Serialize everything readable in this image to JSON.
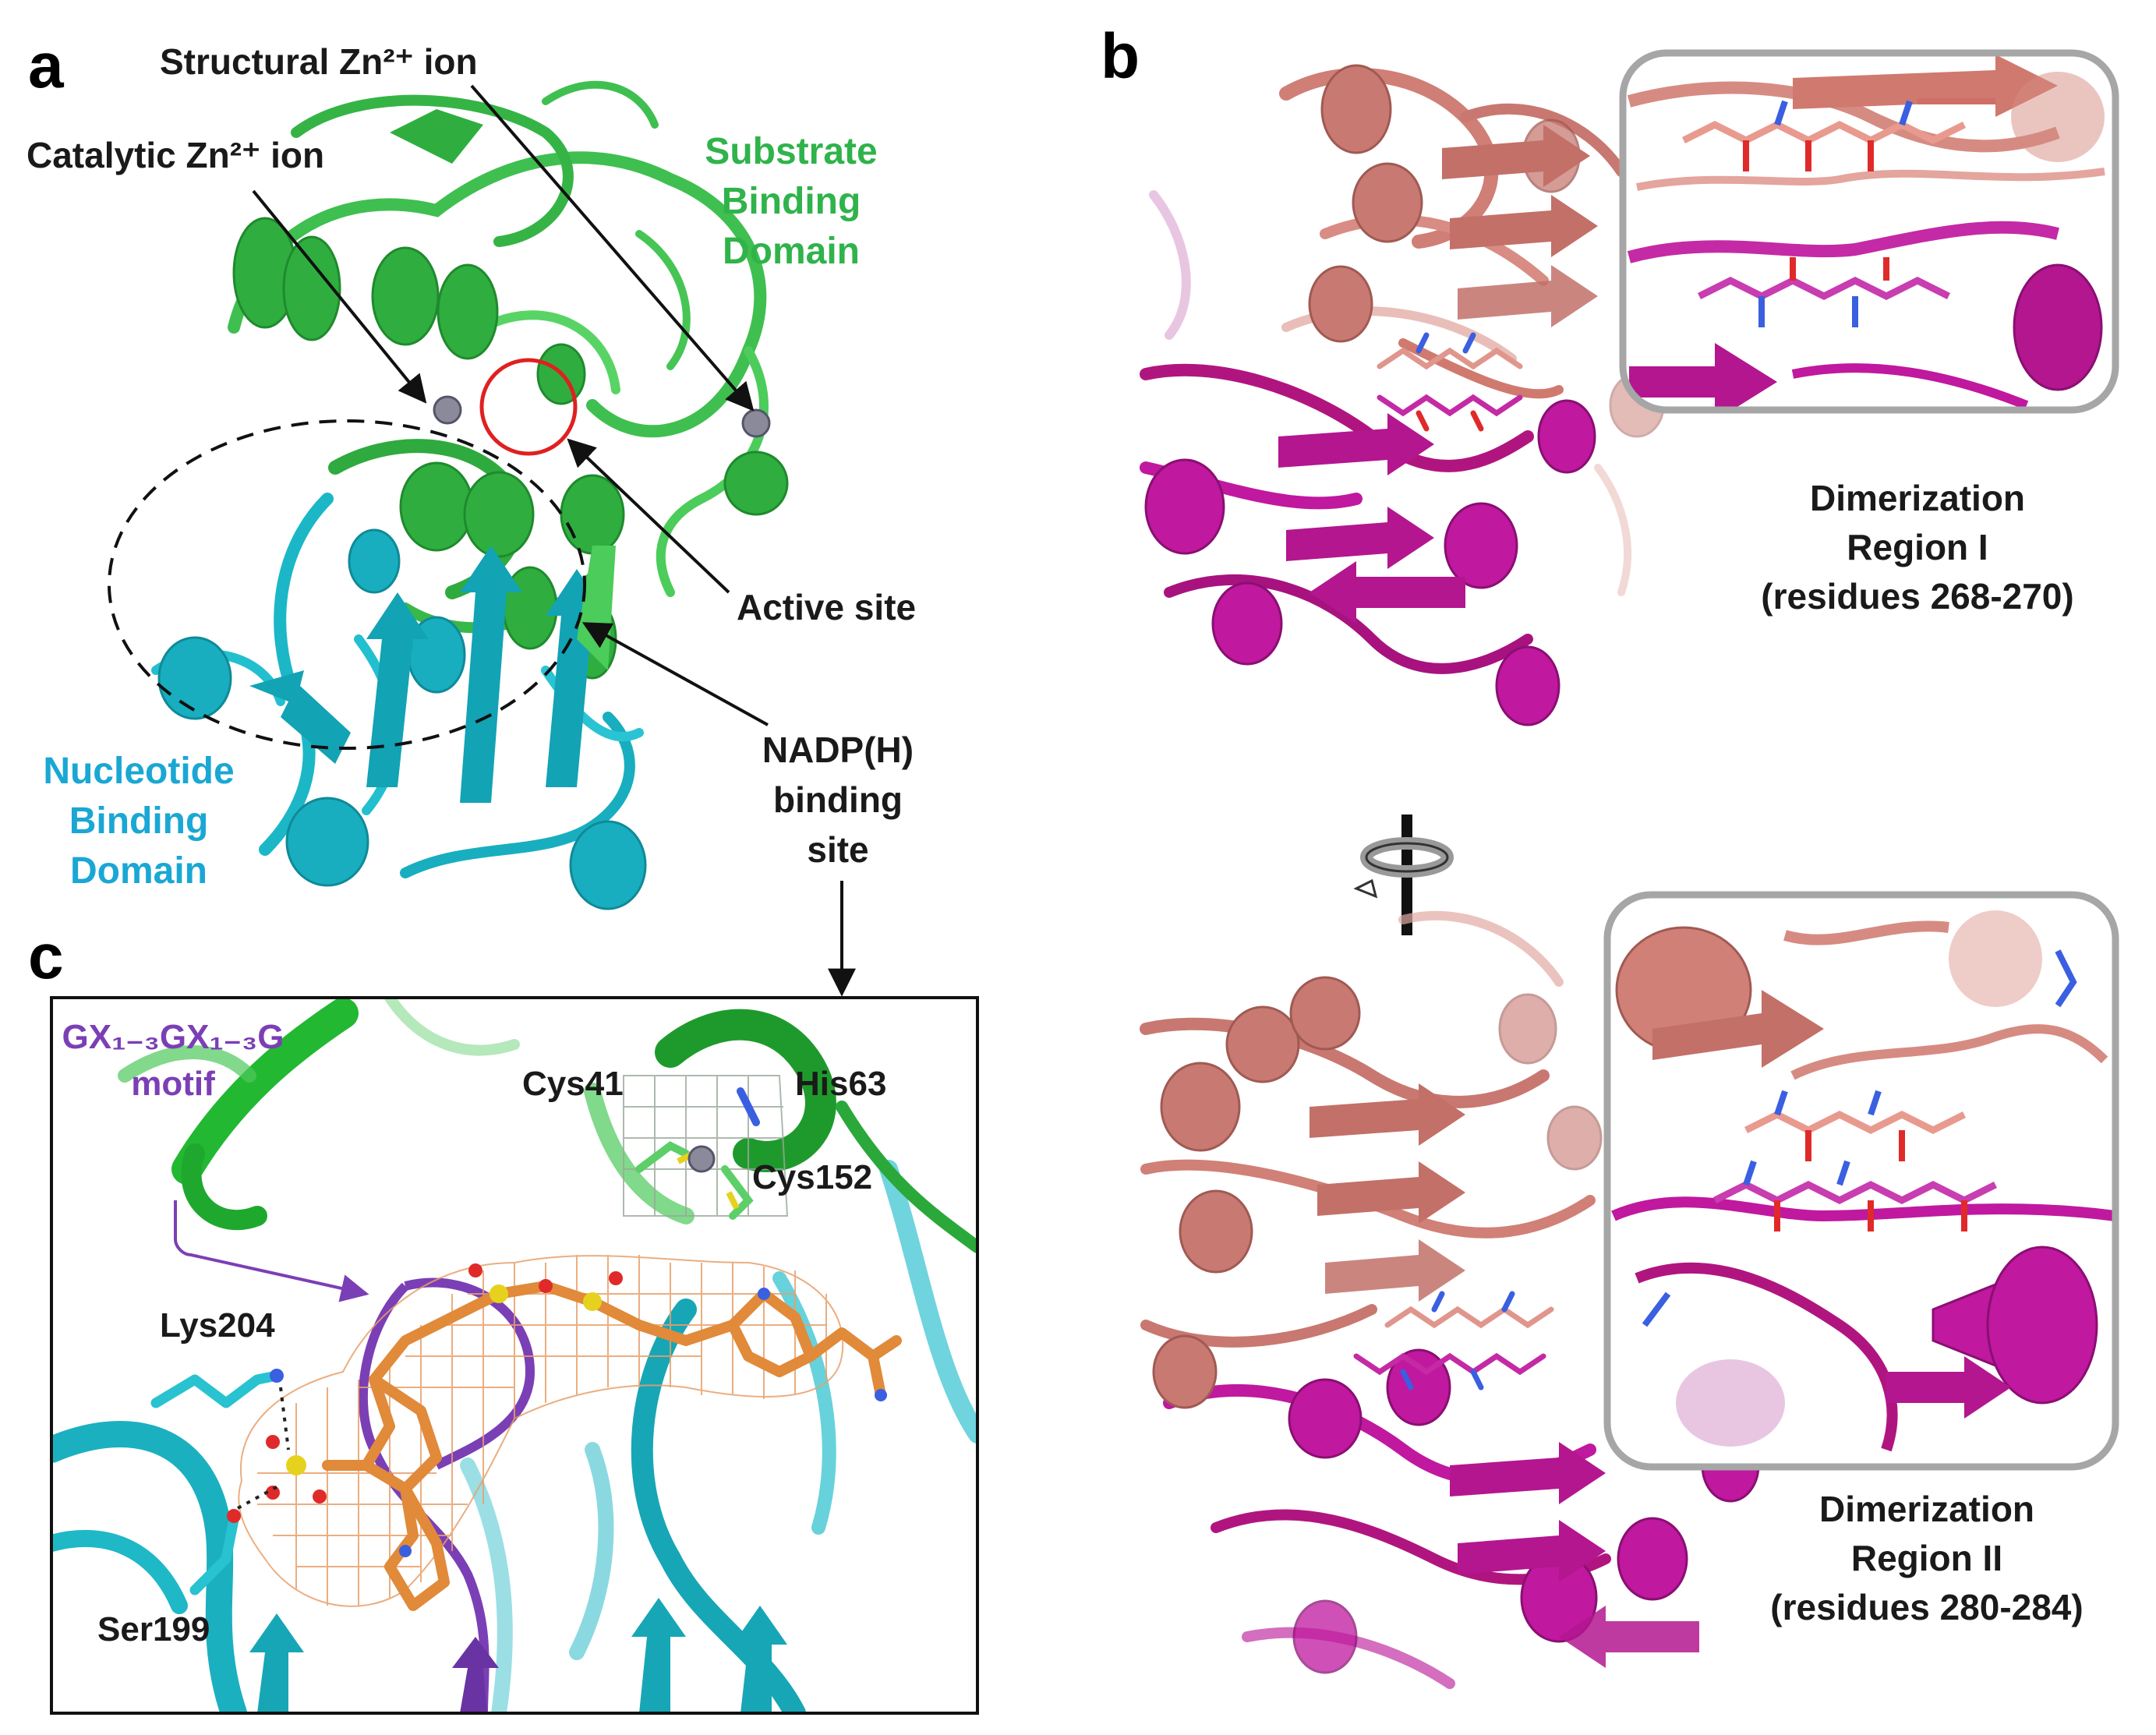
{
  "panel_a": {
    "letter": "a",
    "structural_zn": "Structural Zn²⁺ ion",
    "catalytic_zn": "Catalytic Zn²⁺ ion",
    "substrate_domain": [
      "Substrate",
      "Binding",
      "Domain"
    ],
    "active_site": "Active site",
    "nadph_site": [
      "NADP(H)",
      "binding",
      "site"
    ],
    "nucleotide_domain": [
      "Nucleotide",
      "Binding",
      "Domain"
    ]
  },
  "panel_b": {
    "letter": "b",
    "region1": [
      "Dimerization",
      "Region I",
      "(residues 268-270)"
    ],
    "region2": [
      "Dimerization",
      "Region II",
      "(residues 280-284)"
    ]
  },
  "panel_c": {
    "letter": "c",
    "motif_line1": "GX₁₋₃GX₁₋₃G",
    "motif_line2": "motif",
    "cys41": "Cys41",
    "his63": "His63",
    "cys152": "Cys152",
    "lys204": "Lys204",
    "ser199": "Ser199"
  },
  "colors": {
    "substrate_green": "#2fb34a",
    "nucleotide_cyan": "#1aa7d4",
    "protein_salmon": "#d98a80",
    "protein_magenta": "#c0189f",
    "ligand_orange": "#e08a3a",
    "motif_purple": "#7b3fb5",
    "active_site_red": "#e02020",
    "zinc_grey": "#8a8a9a"
  }
}
